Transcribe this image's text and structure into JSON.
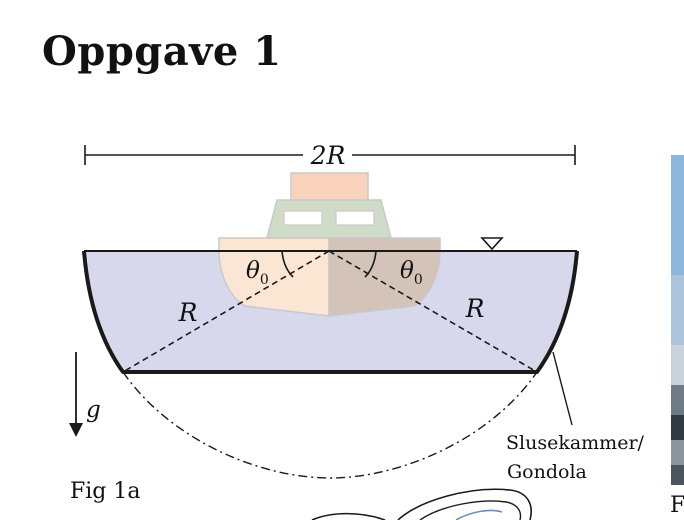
{
  "heading": "Oppgave 1",
  "figure": {
    "width_label": "2R",
    "radius_label": "R",
    "angle_symbol": "θ",
    "angle_subscript": "0",
    "gravity_label": "g",
    "chamber_label_line1": "Slusekammer/",
    "chamber_label_line2": "Gondola",
    "caption": "Fig 1a",
    "colors": {
      "water": "#d8d8ec",
      "boat_hull_left": "#fbe6d3",
      "boat_hull_right": "#d3c3b8",
      "boat_cabin": "#cfdcc8",
      "boat_top": "#f8d2bb",
      "outline": "#1a1a1a"
    }
  },
  "right_edge": {
    "caption_fragment": "F"
  }
}
